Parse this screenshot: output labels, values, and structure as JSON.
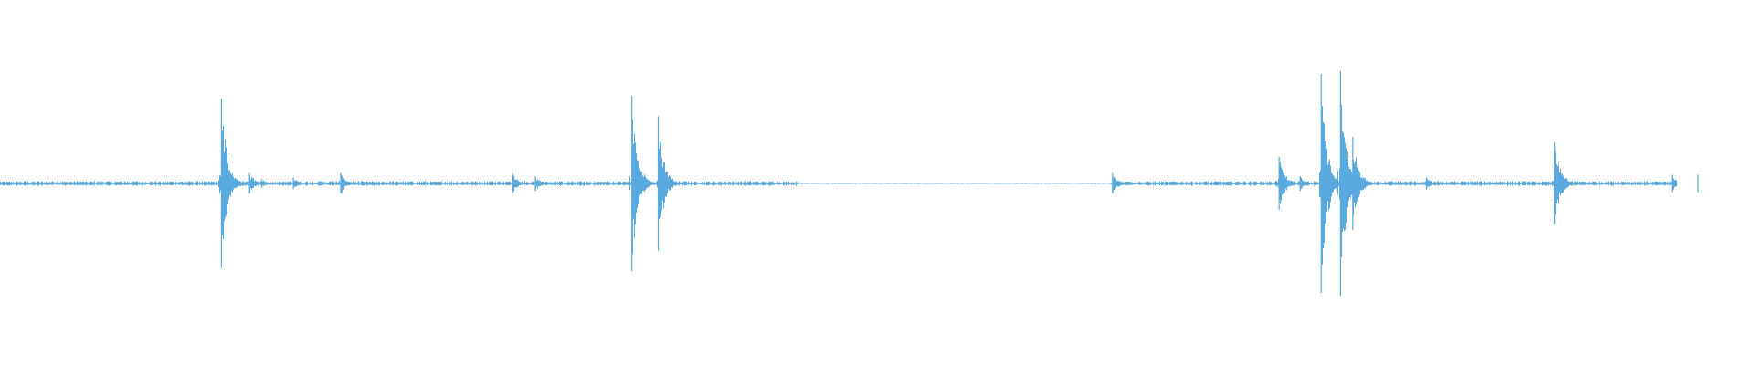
{
  "waveform": {
    "color": "#5aa9df",
    "baseline_amplitude": 0.012,
    "duration_fraction": 0.98,
    "transients": [
      {
        "time": 0.126,
        "amplitude": 0.58
      },
      {
        "time": 0.142,
        "amplitude": 0.07
      },
      {
        "time": 0.149,
        "amplitude": 0.03
      },
      {
        "time": 0.167,
        "amplitude": 0.04
      },
      {
        "time": 0.194,
        "amplitude": 0.07
      },
      {
        "time": 0.292,
        "amplitude": 0.07
      },
      {
        "time": 0.305,
        "amplitude": 0.05
      },
      {
        "time": 0.36,
        "amplitude": 0.6
      },
      {
        "time": 0.375,
        "amplitude": 0.46
      },
      {
        "time": 0.634,
        "amplitude": 0.07
      },
      {
        "time": 0.729,
        "amplitude": 0.18
      },
      {
        "time": 0.741,
        "amplitude": 0.05
      },
      {
        "time": 0.753,
        "amplitude": 0.75
      },
      {
        "time": 0.764,
        "amplitude": 0.77
      },
      {
        "time": 0.771,
        "amplitude": 0.32
      },
      {
        "time": 0.813,
        "amplitude": 0.04
      },
      {
        "time": 0.886,
        "amplitude": 0.28
      },
      {
        "time": 0.953,
        "amplitude": 0.06
      },
      {
        "time": 0.968,
        "amplitude": 0.06
      }
    ],
    "quiet_regions": [
      {
        "start": 0.455,
        "end": 0.635
      }
    ]
  }
}
